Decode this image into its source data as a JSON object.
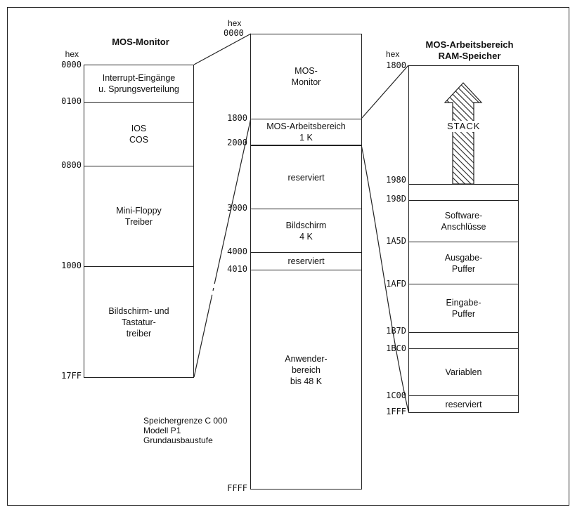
{
  "left": {
    "title": "MOS-Monitor",
    "hex": "hex",
    "addr": [
      "0000",
      "0100",
      "0800",
      "1000",
      "17FF"
    ],
    "seg": [
      "Interrupt-Eingänge\nu. Sprungsverteilung",
      "IOS\nCOS",
      "Mini-Floppy\nTreiber",
      "Bildschirm- und\nTastatur-\ntreiber"
    ]
  },
  "middle": {
    "hex": "hex",
    "addr": [
      "0000",
      "1800",
      "2000",
      "3000",
      "4000",
      "4010",
      "FFFF"
    ],
    "seg": [
      "MOS-\nMonitor",
      "MOS-Arbeitsbereich\n1 K",
      "reserviert",
      "Bildschirm\n4 K",
      "reserviert",
      "Anwender-\nbereich\nbis 48 K"
    ],
    "note": {
      "line1": "Speichergrenze C 000",
      "line2": "Modell P1",
      "line3": "Grundausbaustufe"
    }
  },
  "right": {
    "title1": "MOS-Arbeitsbereich",
    "title2": "RAM-Speicher",
    "hex": "hex",
    "addr": [
      "1800",
      "1980",
      "198D",
      "1A5D",
      "1AFD",
      "1B7D",
      "1BC0",
      "1C00",
      "1FFF"
    ],
    "stack": "STACK",
    "seg": [
      "Software-\nAnschlüsse",
      "Ausgabe-\nPuffer",
      "Eingabe-\nPuffer",
      "Variablen",
      "reserviert"
    ]
  }
}
